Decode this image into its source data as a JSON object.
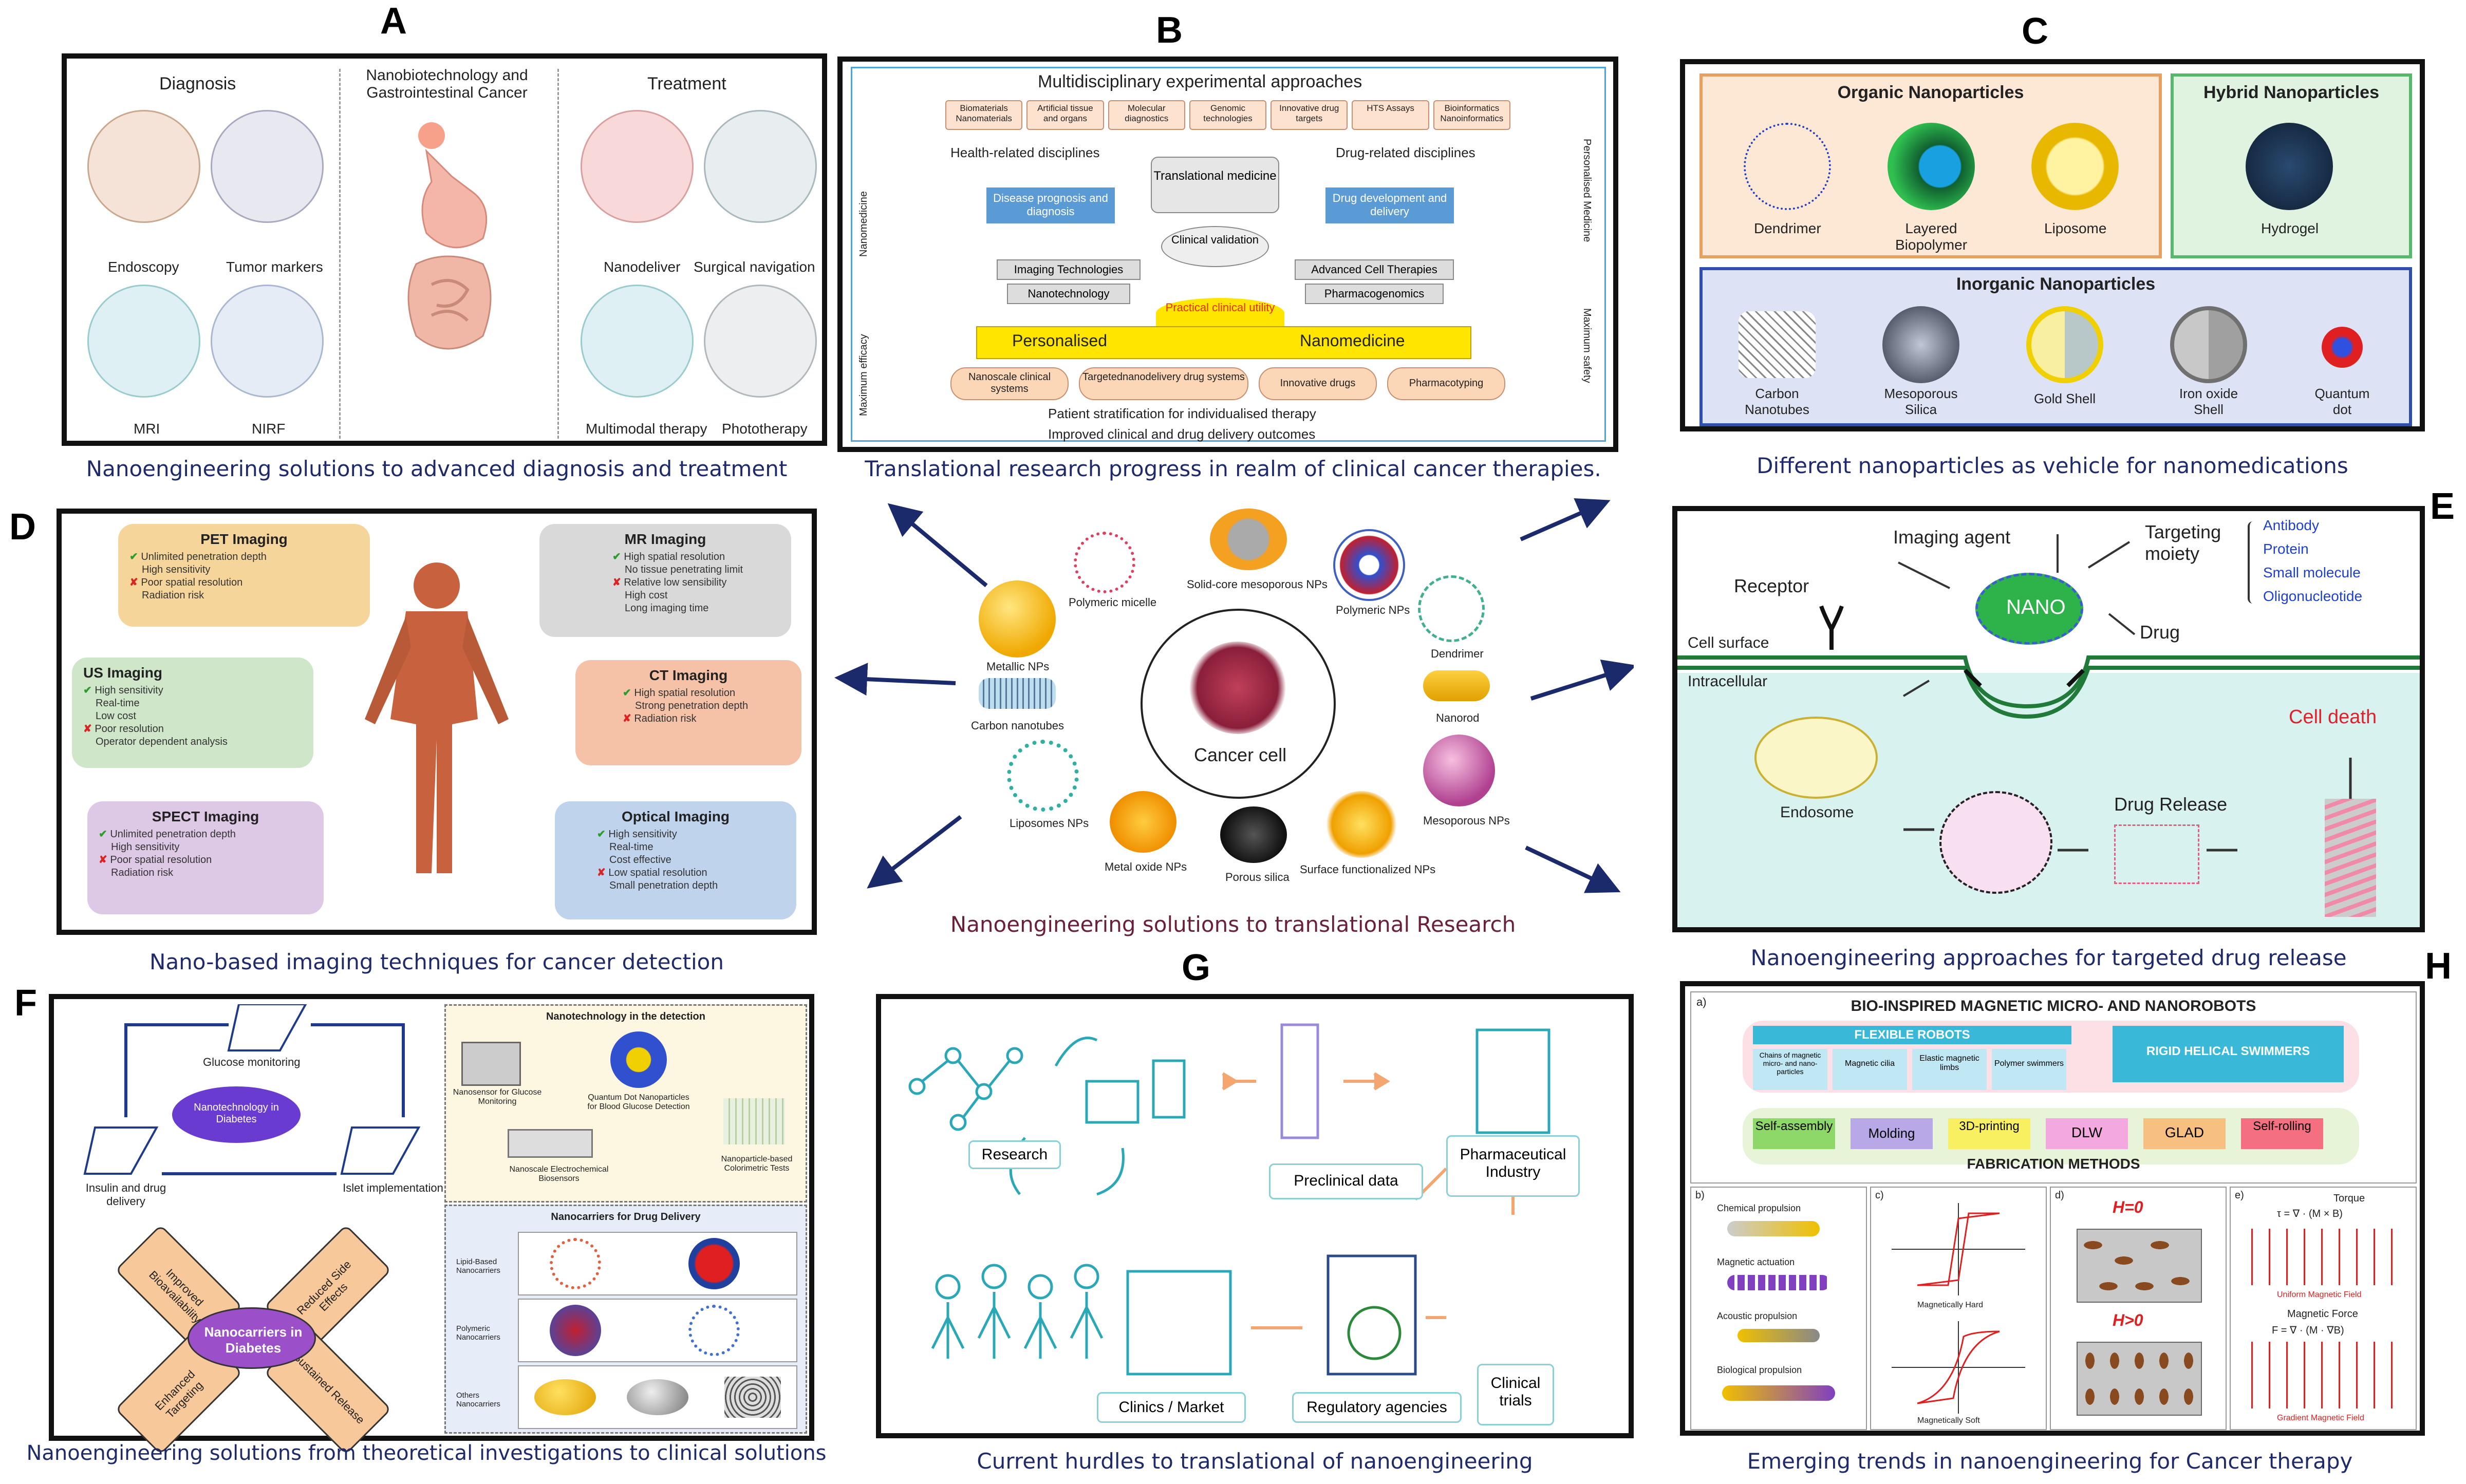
{
  "letters": {
    "a": "A",
    "b": "B",
    "c": "C",
    "d": "D",
    "e": "E",
    "f": "F",
    "g": "G",
    "h": "H"
  },
  "panel_a": {
    "caption": "Nanoengineering solutions to advanced diagnosis and treatment",
    "diagnosis": "Diagnosis",
    "center_title": "Nanobiotechnology and Gastrointestinal Cancer",
    "treatment": "Treatment",
    "items": [
      "Endoscopy",
      "Tumor markers",
      "MRI",
      "NIRF",
      "Nanodeliver",
      "Surgical navigation",
      "Multimodal therapy",
      "Phototherapy"
    ]
  },
  "panel_b": {
    "caption": "Translational research progress in realm of clinical cancer therapies.",
    "title": "Multidisciplinary experimental approaches",
    "boxes": [
      "Biomaterials Nanomaterials",
      "Artificial tissue and organs",
      "Molecular diagnostics",
      "Genomic technologies",
      "Innovative drug targets",
      "HTS Assays",
      "Bioinformatics Nanoinformatics"
    ],
    "health": "Health-related disciplines",
    "drug": "Drug-related disciplines",
    "translational": "Translational medicine",
    "disease": "Disease prognosis and diagnosis",
    "drugdev": "Drug development and delivery",
    "clinical": "Clinical validation",
    "imaging": "Imaging Technologies",
    "nanotech": "Nanotechnology",
    "advcell": "Advanced Cell Therapies",
    "pharmaco": "Pharmacogenomics",
    "practical": "Practical clinical utility",
    "personalised": "Personalised",
    "nanomedicine": "Nanomedicine",
    "bottom": [
      "Nanoscale clinical systems",
      "Targetednanodelivery drug systems",
      "Innovative drugs",
      "Pharmacotyping"
    ],
    "stratification": "Patient stratification for individualised therapy",
    "outcomes": "Improved clinical and drug delivery outcomes",
    "left_v": "Nanomedicine",
    "left_v2": "Maximum efficacy",
    "right_v": "Personalised Medicine",
    "right_v2": "Maximum safety"
  },
  "panel_c": {
    "caption": "Different nanoparticles as vehicle for nanomedications",
    "organic": "Organic Nanoparticles",
    "hybrid": "Hybrid Nanoparticles",
    "inorganic": "Inorganic Nanoparticles",
    "organic_items": [
      "Dendrimer",
      "Layered Biopolymer",
      "Liposome"
    ],
    "hybrid_items": [
      "Hydrogel"
    ],
    "inorganic_items": [
      "Carbon Nanotubes",
      "Mesoporous Silica",
      "Gold Shell",
      "Iron oxide Shell",
      "Quantum dot"
    ]
  },
  "panel_d": {
    "caption": "Nano-based imaging techniques for cancer detection",
    "pet": {
      "title": "PET Imaging",
      "pros": [
        "Unlimited penetration depth",
        "High sensitivity"
      ],
      "cons": [
        "Poor spatial resolution",
        "Radiation risk"
      ]
    },
    "mr": {
      "title": "MR Imaging",
      "pros": [
        "High spatial resolution",
        "No tissue penetrating limit"
      ],
      "cons": [
        "Relative low sensibility",
        "High cost",
        "Long imaging time"
      ]
    },
    "us": {
      "title": "US Imaging",
      "pros": [
        "High sensitivity",
        "Real-time",
        "Low cost"
      ],
      "cons": [
        "Poor resolution",
        "Operator dependent analysis"
      ]
    },
    "ct": {
      "title": "CT Imaging",
      "pros": [
        "High spatial resolution",
        "Strong penetration depth"
      ],
      "cons": [
        "Radiation risk"
      ]
    },
    "spect": {
      "title": "SPECT Imaging",
      "pros": [
        "Unlimited penetration depth",
        "High sensitivity"
      ],
      "cons": [
        "Poor spatial resolution",
        "Radiation risk"
      ]
    },
    "optical": {
      "title": "Optical Imaging",
      "pros": [
        "High sensitivity",
        "Real-time",
        "Cost effective"
      ],
      "cons": [
        "Low spatial resolution",
        "Small penetration depth"
      ]
    }
  },
  "center": {
    "caption": "Nanoengineering solutions to translational  Research",
    "cancer_cell": "Cancer cell",
    "items": [
      "Polymeric micelle",
      "Solid-core mesoporous NPs",
      "Polymeric NPs",
      "Metallic NPs",
      "Dendrimer",
      "Carbon nanotubes",
      "Nanorod",
      "Liposomes NPs",
      "Mesoporous NPs",
      "Metal oxide NPs",
      "Porous silica",
      "Surface functionalized NPs"
    ]
  },
  "panel_e": {
    "caption": "Nanoengineering approaches for targeted drug release",
    "imaging_agent": "Imaging agent",
    "targeting": "Targeting moiety",
    "targets": [
      "Antibody",
      "Protein",
      "Small molecule",
      "Oligonucleotide"
    ],
    "receptor": "Receptor",
    "nano": "NANO",
    "drug": "Drug",
    "cell_surface": "Cell surface",
    "intracellular": "Intracellular",
    "endosome": "Endosome",
    "drug_release": "Drug Release",
    "cell_death": "Cell death"
  },
  "panel_f": {
    "caption": "Nanoengineering solutions from theoretical investigations to clinical solutions",
    "glucose": "Glucose monitoring",
    "nanotech_diabetes": "Nanotechnology in Diabetes",
    "insulin": "Insulin and drug delivery",
    "islet": "Islet implementation",
    "detection_title": "Nanotechnology in the detection",
    "nanosensor": "Nanosensor for Glucose Monitoring",
    "qdot": "Quantum Dot Nanoparticles for Blood Glucose Detection",
    "electro": "Nanoscale Electrochemical Biosensors",
    "colorimetric": "Nanoparticle-based Colorimetric Tests",
    "nanocarriers_title": "Nanocarriers for Drug Delivery",
    "lipid": "Lipid-Based Nanocarriers",
    "polymeric": "Polymeric Nanocarriers",
    "others": "Others Nanocarriers",
    "carriers_center": "Nanocarriers in Diabetes",
    "arms": [
      "Improved Bioavailability",
      "Reduced Side Effects",
      "Enhanced Targeting",
      "Sustained Release"
    ]
  },
  "panel_g": {
    "caption": "Current hurdles to translational of nanoengineering",
    "research": "Research",
    "preclinical": "Preclinical  data",
    "pharma": "Pharmaceutical Industry",
    "clinical_trials": "Clinical trials",
    "regulatory": "Regulatory agencies",
    "clinics": "Clinics / Market"
  },
  "panel_h": {
    "caption": "Emerging trends in nanoengineering for Cancer therapy",
    "a": "a)",
    "title": "BIO-INSPIRED MAGNETIC MICRO- AND NANOROBOTS",
    "flexible": "FLEXIBLE ROBOTS",
    "rigid": "RIGID HELICAL SWIMMERS",
    "flex_items": [
      "Chains of magnetic micro- and nano-particles",
      "Magnetic cilia",
      "Elastic magnetic limbs",
      "Polymer swimmers"
    ],
    "methods": [
      "Self-assembly",
      "Molding",
      "3D-printing",
      "DLW",
      "GLAD",
      "Self-rolling"
    ],
    "fabrication": "FABRICATION METHODS",
    "b": "b)",
    "c": "c)",
    "d": "d)",
    "e": "e)",
    "propulsion": [
      "Chemical propulsion",
      "Magnetic actuation",
      "Acoustic propulsion",
      "Biological propulsion"
    ],
    "hard": "Magnetically Hard",
    "soft": "Magnetically Soft",
    "h0": "H=0",
    "hgt0": "H>0",
    "torque": "Torque",
    "torque_eq": "τ = ∇ · (M × B)",
    "uniform": "Uniform Magnetic Field",
    "force": "Magnetic Force",
    "force_eq": "F = ∇ · (M · ∇B)",
    "gradient": "Gradient Magnetic Field"
  },
  "colors": {
    "caption": "#1f2a6b",
    "center_caption": "#6b1f3a",
    "organic_border": "#e8a060",
    "hybrid_border": "#55b86b",
    "inorganic_border": "#2f4fb0"
  }
}
